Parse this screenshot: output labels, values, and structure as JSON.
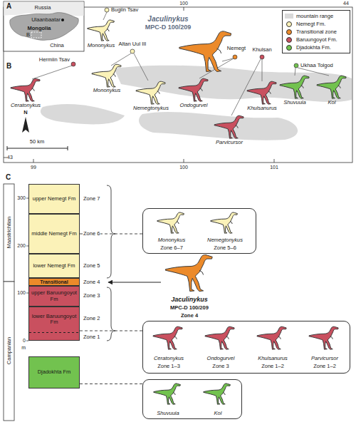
{
  "diagram": {
    "nodes": [
      {
        "text": [
          "upper Nemegt Fm"
        ]
      },
      {
        "text": [
          "middle Nemegt Fm"
        ]
      },
      {
        "text": [
          "lower Nemegt Fm"
        ]
      },
      {
        "text": [
          "Transitional"
        ]
      },
      {
        "text": [
          "upper Baruungoyot Fm"
        ]
      },
      {
        "text": [
          "lower Baruungoyot Fm"
        ]
      },
      {
        "text": [
          "Djadokhta Fm"
        ]
      },
      {
        "text": [
          "Mononykus",
          "Zone 6–7",
          "Nemegtonykus",
          "Zone 5–6"
        ]
      },
      {
        "text": [
          "Ceratonykus",
          "Zone 1–3",
          "Ondogurvel",
          "Zone 3",
          "Khulsanurus",
          "Zone 1–2",
          "Parvicursor",
          "Zone 1–2"
        ]
      },
      {
        "text": [
          "Shuvuuia",
          "Kol"
        ]
      }
    ],
    "edges": [
      {
        "from": 1,
        "to": 7,
        "arrow": "none"
      },
      {
        "from": 5,
        "to": 8,
        "arrow": "none"
      },
      {
        "from": 6,
        "to": 9,
        "arrow": "none"
      }
    ],
    "labels": [
      "A",
      "Russia",
      "Ulaanbaatar",
      "Mongolia",
      "B",
      "China",
      "B",
      "100",
      "44",
      "Bugiin Tsav",
      "Jaculinykus",
      "MPC-D 100/209",
      "Mononykus",
      "Altan Uul III",
      "Nemegt",
      "Khulsan",
      "Hermiin Tsav",
      "Ukhaa Tolgod",
      "Mononykus",
      "Nemegtonykus",
      "Ondogurvel",
      "Khulsanurus",
      "Shuvuuia",
      "Kol",
      "Ceratonykus",
      "Parvicursor",
      "N",
      "43",
      "50 km",
      "99",
      "100",
      "101",
      "C",
      "Maastrichtian",
      "Campanian",
      "300",
      "200",
      "100",
      "0",
      "m",
      "Zone 7",
      "Zone 6",
      "Zone 5",
      "Zone 4",
      "Zone 3",
      "Zone 2",
      "Zone 1",
      "Jaculinykus",
      "MPC-D 100/209",
      "Zone 4"
    ],
    "legend": [
      {
        "text": "mountain range",
        "color": "#d9d9d9"
      },
      {
        "text": "Nemegt Fm.",
        "color": "#fbf2b8"
      },
      {
        "text": "Transitional zone",
        "color": "#ec8a2a"
      },
      {
        "text": "Baruungoyot Fm.",
        "color": "#c9505f"
      },
      {
        "text": "Djadokhta Fm.",
        "color": "#72c24f"
      }
    ]
  }
}
